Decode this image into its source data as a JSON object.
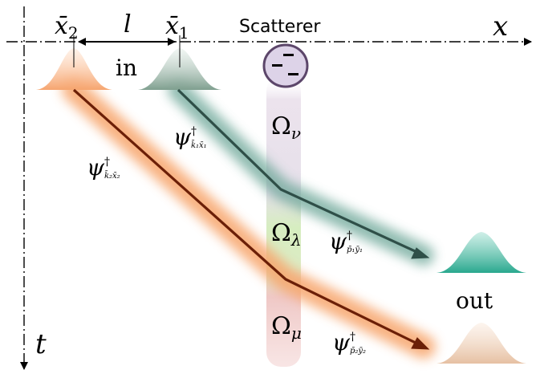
{
  "axes": {
    "x_label": "x",
    "t_label": "t"
  },
  "positions": {
    "x2_label": "x̄",
    "x2_sub": "2",
    "x1_label": "x̄",
    "x1_sub": "1",
    "separation_label": "l",
    "scatterer_label": "Scatterer"
  },
  "states": {
    "in_label": "in",
    "out_label": "out"
  },
  "regions": {
    "omega_nu": "Ω",
    "omega_nu_sub": "ν",
    "omega_lambda": "Ω",
    "omega_lambda_sub": "λ",
    "omega_mu": "Ω",
    "omega_mu_sub": "μ"
  },
  "wavefunctions": {
    "psi_k2": {
      "symbol": "ψ",
      "dagger": "†",
      "sub": "k̄₂x̄₂"
    },
    "psi_k1": {
      "symbol": "ψ",
      "dagger": "†",
      "sub": "k̄₁x̄₁"
    },
    "psi_p1": {
      "symbol": "ψ",
      "dagger": "†",
      "sub": "p̄₁ȳ₁"
    },
    "psi_p2": {
      "symbol": "ψ",
      "dagger": "†",
      "sub": "p̄₂ȳ₂"
    }
  },
  "colors": {
    "axis": "#000000",
    "orange_path": "#6b1f07",
    "orange_glow": "#f7a872",
    "green_path": "#2f4f48",
    "green_glow": "#5f9f8f",
    "scatterer_fill": "#ddd3e8",
    "scatterer_stroke": "#5c466a",
    "band_top": "#ece4ee",
    "band_mid": "#d8ecc2",
    "band_bottom": "#eec3c3",
    "gauss_in_orange": "#f6b07c",
    "gauss_in_green": "#91ad9e",
    "gauss_out_green": "#3fb39b",
    "gauss_out_orange": "#e8c6ab"
  }
}
